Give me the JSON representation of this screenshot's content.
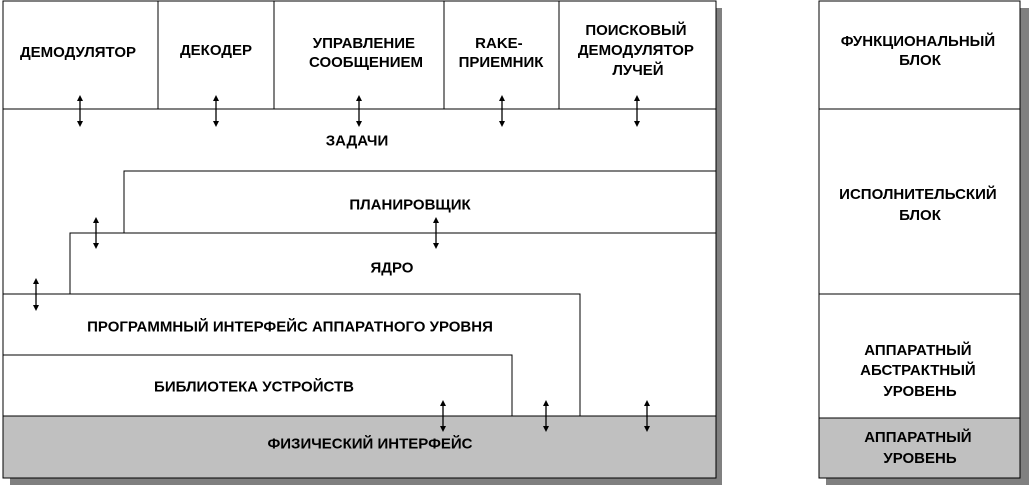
{
  "main_diagram": {
    "modules": [
      {
        "lines": [
          "ДЕМОДУЛЯТОР"
        ]
      },
      {
        "lines": [
          "ДЕКОДЕР"
        ]
      },
      {
        "lines": [
          "УПРАВЛЕНИЕ",
          "СООБЩЕНИЕМ"
        ]
      },
      {
        "lines": [
          "RAKE-",
          "ПРИЕМНИК"
        ]
      },
      {
        "lines": [
          "ПОИСКОВЫЙ",
          "ДЕМОДУЛЯТОР",
          "ЛУЧЕЙ"
        ]
      }
    ],
    "tasks_label": "ЗАДАЧИ",
    "scheduler_label": "ПЛАНИРОВЩИК",
    "kernel_label": "ЯДРО",
    "hal_api_label": "ПРОГРАММНЫЙ ИНТЕРФЕЙС АППАРАТНОГО УРОВНЯ",
    "device_library_label": "БИБЛИОТЕКА УСТРОЙСТВ",
    "physical_interface_label": "ФИЗИЧЕСКИЙ ИНТЕРФЕЙС"
  },
  "legend": {
    "functional_block": [
      "ФУНКЦИОНАЛЬНЫЙ",
      "БЛОК"
    ],
    "executive_block": [
      "ИСПОЛНИТЕЛЬСКИЙ",
      "БЛОК"
    ],
    "hal": [
      "АППАРАТНЫЙ",
      "АБСТРАКТНЫЙ",
      "УРОВЕНЬ"
    ],
    "hardware_level": [
      "АППАРАТНЫЙ",
      "УРОВЕНЬ"
    ]
  },
  "colors": {
    "hardware_fill": "#c0c0c0",
    "shadow": "#808080",
    "line": "#000000",
    "background": "#ffffff"
  }
}
